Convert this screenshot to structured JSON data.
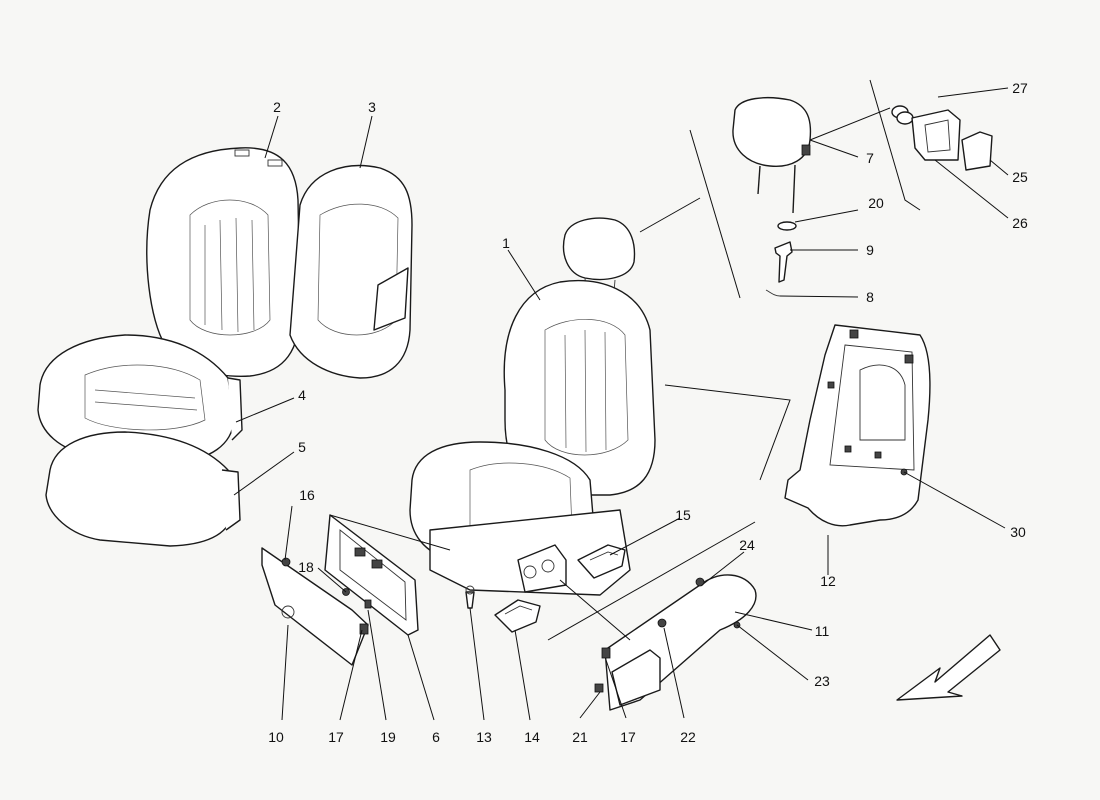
{
  "callouts": {
    "c1": "1",
    "c2": "2",
    "c3": "3",
    "c4": "4",
    "c5": "5",
    "c6": "6",
    "c7": "7",
    "c8": "8",
    "c9": "9",
    "c10": "10",
    "c11": "11",
    "c12": "12",
    "c13": "13",
    "c14": "14",
    "c15": "15",
    "c16": "16",
    "c17a": "17",
    "c17b": "17",
    "c18": "18",
    "c19": "19",
    "c20": "20",
    "c21": "21",
    "c22": "22",
    "c23": "23",
    "c24": "24",
    "c25": "25",
    "c26": "26",
    "c27": "27",
    "c30": "30"
  },
  "icons": {
    "direction": "direction-arrow-icon"
  }
}
